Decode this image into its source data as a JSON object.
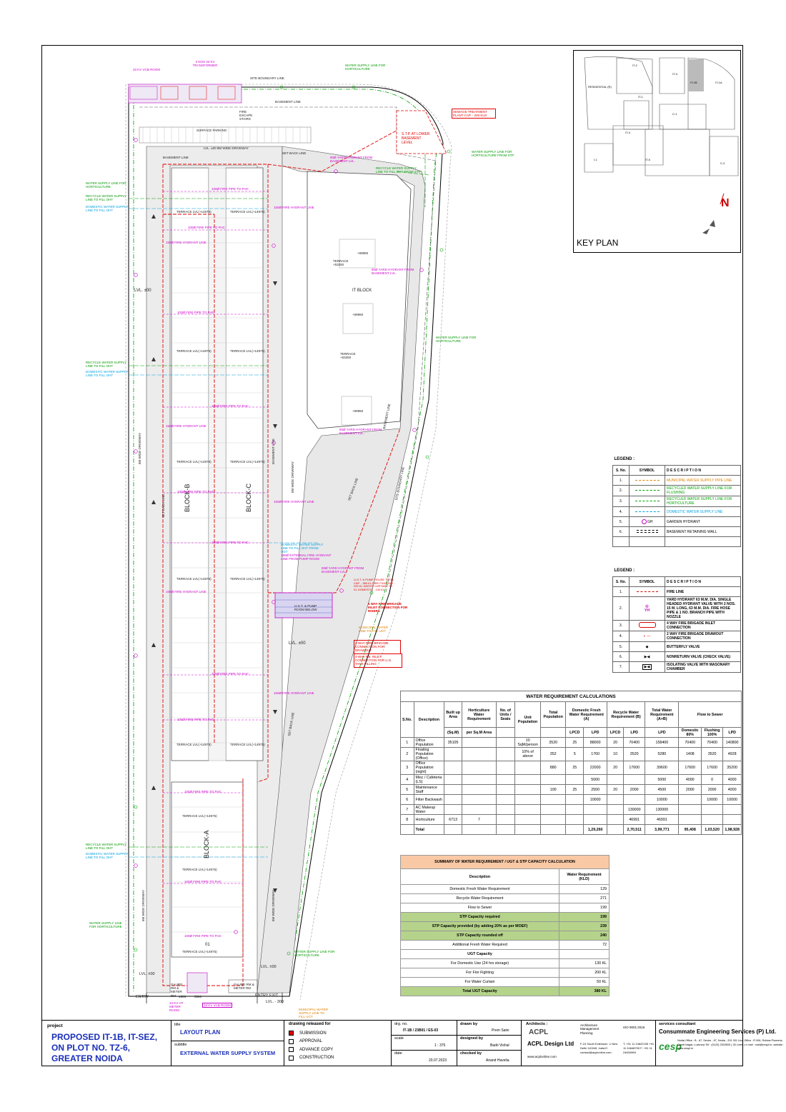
{
  "site": {
    "top_labels": {
      "vcb_room": "33 KV VCB ROOM",
      "transformer": "3 NOS 33 KV TRANSFORMER",
      "site_boundary": "SITE BOUNDARY LINE",
      "basement_line": "BASEMENT LINE",
      "fire_escape": "FIRE ESCAPE STAIRS",
      "surface_parking": "SURFACE PARKING",
      "lvl_driveway": "LVL. ±00   8M WIDE DRIVEWAY",
      "basement_line2": "BASEMENT LINE",
      "set_back_line": "SET BACK LINE",
      "stp_cap": "SEWAGE TREATMENT PLANT CAP. - 240 KLD",
      "stp": "S.T.P. AT LOWER BASEMENT LEVEL",
      "water_hort_top": "WATER SUPPLY LINE FOR HORTICULTURE",
      "water_hort_stp": "WATER SUPPLY LINE FOR HORTICULTURE FROM STP",
      "recycle_oht_stp": "RECYCLE WATER SUPPLY LINE TO FILL OHT FROM STP",
      "yard_hydrant_1": "80Ø YARD HYDRANT FROM BASEMENT LVL."
    },
    "left_labels": {
      "ws_hort": "WATER SUPPLY LINE FOR HORTICULTURE",
      "recycle_oht": "RECYCLE WATER SUPPLY LINE TO FILL OHT",
      "domestic_oht": "DOMESTIC WATER SUPPLY LINE TO FILL OHT",
      "lvl00": "LVL. ±00",
      "driveway": "8M WIDE DRIVEWAY",
      "setback": "SET BACK LINE",
      "ws_hort_bottom": "WATER SUPPLY LINE FOR HORTICULTURE"
    },
    "blocks": {
      "b": "BLOCK-B",
      "c": "BLOCK-C",
      "a": "BLOCK-A",
      "it": "IT BLOCK",
      "terrace": "TERRACE LVL(+14975)",
      "terrace_it": "TERRACE +53250",
      "lvl_it": "+69950",
      "num": "01"
    },
    "pipe_labels": {
      "fhc": "100Ø FIRE PIPE TO FHC",
      "hydrant": "150Ø FIRE HYDRANT LINE",
      "yard_hydrant": "80Ø YARD HYDRANT FROM BASEMENT LVL.",
      "ext_hydrant": "150Ø EXTERNAL FIRE HYDRANT LINE FROM PUMP ROOM",
      "dom_ugt": "DOMESTIC WATER SUPPLY LINE TO FILL OHT FROM UGT",
      "ugt": "U.G.T. & PUMP HOUSE TOTAL CAP. - 380 KL FIRE FIGHTING - 200 KL WATER CURTAIN - 50 KL DOMESTIC - 130 KL",
      "inlet": "4 WAY FIRE BRIGADE INLET CONNECTION FOR RISERS",
      "municipal": "MUNICIPAL WATER LINE TO FILL UGT",
      "drawout": "2-WAY FIRE BRIGADE CONNECTION FOR DRAWOUT",
      "inlet_ugt": "4-WAY F.B. INLET CONNECTION FOR U.G. TANK FILLING",
      "ugt_room": "U.G.T. & PUMP ROOM BELOW"
    },
    "right_labels": {
      "basement": "BASEMENT LINE",
      "driveway": "8M WIDE DRIVEWAY",
      "setback": "SET BACK LINE",
      "boundary": "SITE BOUNDARY LINE",
      "ws_hort": "WATER SUPPLY LINE FOR HORTICULTURE",
      "lvl00": "LVL. ±00",
      "ws_hort_b": "WATER SUPPLY LINE FOR HORTICULTURE"
    },
    "bottom_labels": {
      "entry": "ENTRY",
      "entry_exit": "ENTRY   EXIT",
      "lvl300": "LVL. - 300",
      "lvl00": "LVL. ±00",
      "gaurd": "GAURD RM & METER RM",
      "ht_meter": "33 KV HT METER ROOM",
      "vcb": "33 KV VCB ROOM",
      "dim1": "4905",
      "dim2": "3500",
      "municipal": "MUNICIPAL WATER SUPPLY LINE TO FILL UGT"
    }
  },
  "keyplan": {
    "title": "KEY PLAN",
    "labels": [
      "IT-2",
      "IT-1",
      "IT-1B",
      "IT-1A",
      "RESIDENTIAL (R)",
      "IT-3",
      "IT-4",
      "C-1",
      "C-2",
      "IT-5",
      "I-1"
    ]
  },
  "legend1": {
    "title": "LEGEND :",
    "headers": [
      "S. No.",
      "SYMBOL",
      "D E S C R I P T I O N"
    ],
    "rows": [
      {
        "n": "1.",
        "sym": "dash-orange",
        "desc": "MUNICIPAL WATER SUPPLY PIPE LINE",
        "color": "#e08000"
      },
      {
        "n": "2.",
        "sym": "dash-green",
        "desc": "RECYCLED WATER SUPPLY LINE FOR FLUSHING",
        "color": "#00a000"
      },
      {
        "n": "3.",
        "sym": "dash-green",
        "desc": "RECYCLED WATER SUPPLY LINE FOR HORTICULTURE",
        "color": "#00a000"
      },
      {
        "n": "4.",
        "sym": "dash-cyan",
        "desc": "DOMESTIC WATER SUPPLY LINE",
        "color": "#00a0e0"
      },
      {
        "n": "5.",
        "sym": "GH",
        "desc": "GARDEN HYDRANT",
        "color": "#000"
      },
      {
        "n": "6.",
        "sym": "wall",
        "desc": "BASEMENT RETAINING WALL",
        "color": "#000"
      },
      {
        "n": "",
        "sym": "",
        "desc": "",
        "color": "#000"
      }
    ]
  },
  "legend2": {
    "title": "LEGEND :",
    "headers": [
      "S. No.",
      "SYMBOL",
      "D E S C R I P T I O N"
    ],
    "rows": [
      {
        "n": "1.",
        "sym": "fire-line",
        "desc": "FIRE LINE"
      },
      {
        "n": "2.",
        "sym": "YH",
        "desc": "YARD HYDRANT 63 M.M. DIA. SINGLE HEADED HYDRANT VALVE WITH 2 NOS. 15 M. LONG, 63 M.M. DIA. FIRE HOSE PIPE & 1 NO. BRANCH PIPE WITH NOZZLE"
      },
      {
        "n": "3.",
        "sym": "inlet",
        "desc": "4 WAY FIRE BRIGADE INLET CONNECTION"
      },
      {
        "n": "4.",
        "sym": "drawout",
        "desc": "2 WAY FIRE BRIGADE DRAWOUT CONNECTION"
      },
      {
        "n": "5.",
        "sym": "butterfly",
        "desc": "BUTTERFLY VALVE"
      },
      {
        "n": "6.",
        "sym": "nrv",
        "desc": "NONRETURN VALVE (CHECK VALVE)"
      },
      {
        "n": "7.",
        "sym": "isolating",
        "desc": "ISOLATING VALVE WITH MASONARY CHAMBER"
      }
    ]
  },
  "water": {
    "title": "WATER REQUIREMENT CALCULATIONS",
    "headers": {
      "sno": "S.No.",
      "desc": "Description",
      "built": "Built up Area",
      "hort": "Horticulture Water Requirement",
      "units": "No. of Units / Seats",
      "unitpop": "Unit Population",
      "totpop": "Total Population",
      "dfw": "Domestic Fresh Water Requirement (A)",
      "rw": "Recycle Water Requirement (B)",
      "tw": "Total Water Requirement (A+B)",
      "fs": "Flow to Sewer",
      "sqm": "(Sq.M)",
      "persqm": "per Sq.M Area",
      "lpcd": "LPCD",
      "lpd": "LPD",
      "dom80": "Domestic 80%",
      "flush100": "Flushing 100%"
    },
    "rows": [
      [
        "1",
        "Office Population",
        "35105",
        "",
        "",
        "10 SqM/person",
        "3520",
        "25",
        "88000",
        "20",
        "70400",
        "158400",
        "70400",
        "70400",
        "140800"
      ],
      [
        "2",
        "Floating Population (Office)",
        "",
        "",
        "",
        "10% of above",
        "352",
        "5",
        "1760",
        "10",
        "3520",
        "5280",
        "1408",
        "3520",
        "4928"
      ],
      [
        "3",
        "Office Population (night)",
        "",
        "",
        "",
        "",
        "880",
        "25",
        "22000",
        "20",
        "17600",
        "39600",
        "17600",
        "17600",
        "35200"
      ],
      [
        "4",
        "Misc / Cafeteria (LS)",
        "",
        "",
        "",
        "",
        "",
        "",
        "5000",
        "",
        "",
        "5000",
        "4000",
        "0",
        "4000"
      ],
      [
        "5",
        "Maintenance Staff",
        "",
        "",
        "",
        "",
        "100",
        "25",
        "2500",
        "20",
        "2000",
        "4500",
        "2000",
        "2000",
        "4000"
      ],
      [
        "6",
        "Filter Backwash",
        "",
        "",
        "",
        "",
        "",
        "",
        "10000",
        "",
        "",
        "10000",
        "",
        "10000",
        "10000"
      ],
      [
        "7",
        "AC Makeup Water",
        "",
        "",
        "",
        "",
        "",
        "",
        "",
        "",
        "130000",
        "130000",
        "",
        "",
        ""
      ],
      [
        "8",
        "Horticulture",
        "6713",
        "7",
        "",
        "",
        "",
        "",
        "",
        "",
        "46991",
        "46991",
        "",
        "",
        ""
      ]
    ],
    "total": [
      "",
      "Total",
      "",
      "",
      "",
      "",
      "",
      "",
      "1,29,260",
      "",
      "2,70,511",
      "3,99,771",
      "95,408",
      "1,03,520",
      "1,98,928"
    ]
  },
  "summary": {
    "title": "SUMMARY OF WATER REQUIREMENT / UGT & STP CAPACITY CALCULATION",
    "headers": [
      "Description",
      "Water Requirement (KLD)"
    ],
    "rows": [
      {
        "d": "Domestic Fresh Water Requirement",
        "v": "129",
        "g": false
      },
      {
        "d": "Recycle Water Requirement",
        "v": "271",
        "g": false
      },
      {
        "d": "Flow to Sewer",
        "v": "199",
        "g": false
      },
      {
        "d": "STP Capacity required",
        "v": "199",
        "g": true
      },
      {
        "d": "STP Capacity provided (by adding 20% as per MOEF)",
        "v": "239",
        "g": true
      },
      {
        "d": "STP Capacity rounded off",
        "v": "240",
        "g": true
      },
      {
        "d": "Additional Fresh Water Required",
        "v": "72",
        "g": false
      },
      {
        "d": "UGT Capacity",
        "v": "",
        "g": false
      },
      {
        "d": "For Domestic Use (24 hrs storage)",
        "v": "130 KL",
        "g": false
      },
      {
        "d": "For Fire Fighting",
        "v": "200 KL",
        "g": false
      },
      {
        "d": "For Water Curtain",
        "v": "50 KL",
        "g": false
      },
      {
        "d": "Total UGT Capacity",
        "v": "380 KL",
        "g": true
      }
    ]
  },
  "titleblock": {
    "project_label": "project",
    "project": "PROPOSED IT-1B, IT-SEZ, ON PLOT NO. TZ-6, GREATER NOIDA",
    "title_label": "title",
    "title": "LAYOUT PLAN",
    "subtitle_label": "subtitle",
    "subtitle": "EXTERNAL WATER SUPPLY SYSTEM",
    "released_label": "drawing released for",
    "released": [
      {
        "label": "SUBMISSION",
        "checked": true
      },
      {
        "label": "APPROVAL",
        "checked": false
      },
      {
        "label": "ADVANCE COPY",
        "checked": false
      },
      {
        "label": "CONSTRUCTION",
        "checked": false
      }
    ],
    "drg_label": "drg. no.",
    "drg": "IT-1B / 23B01 / ES-03",
    "scale_label": "scale",
    "scale": "1 : 375",
    "date_label": "date",
    "date": "20.07.2023",
    "drawn_label": "drawn by",
    "drawn": "Prem Saini",
    "designed_label": "designed by",
    "designed": "Badri Vishal",
    "checked_label": "checked by",
    "checked": "Anand Havelia",
    "arch_label": "Architects :",
    "arch_logo": "ACPL",
    "arch_name": "ACPL Design Ltd",
    "arch_sub": "Architecture Management Planning",
    "arch_iso": "ISO 9001:2015",
    "arch_addr": "F-24 South Extension -1 New Delhi 110049, India E: contact@acplonline.com",
    "arch_phone": "T: +91 11 24622195 +91 11 24648709 F: +91 11 24634969",
    "arch_web": "www.acplonline.com",
    "cons_label": "services consultant",
    "cons_name": "Consummate Engineering Services (P) Ltd.",
    "cons_logo": "cesp",
    "cons_addr": "Noida Office : B - 67, Sector - 67, Noida - 201 301 Lko. Office : R 006, Rohtas Plumeria, Gomti Nagar, Lucknow Tel : (0120) 2303500 ( 30 Lines ) e mail : mail@cespl.in, website : www.cespl.in"
  }
}
